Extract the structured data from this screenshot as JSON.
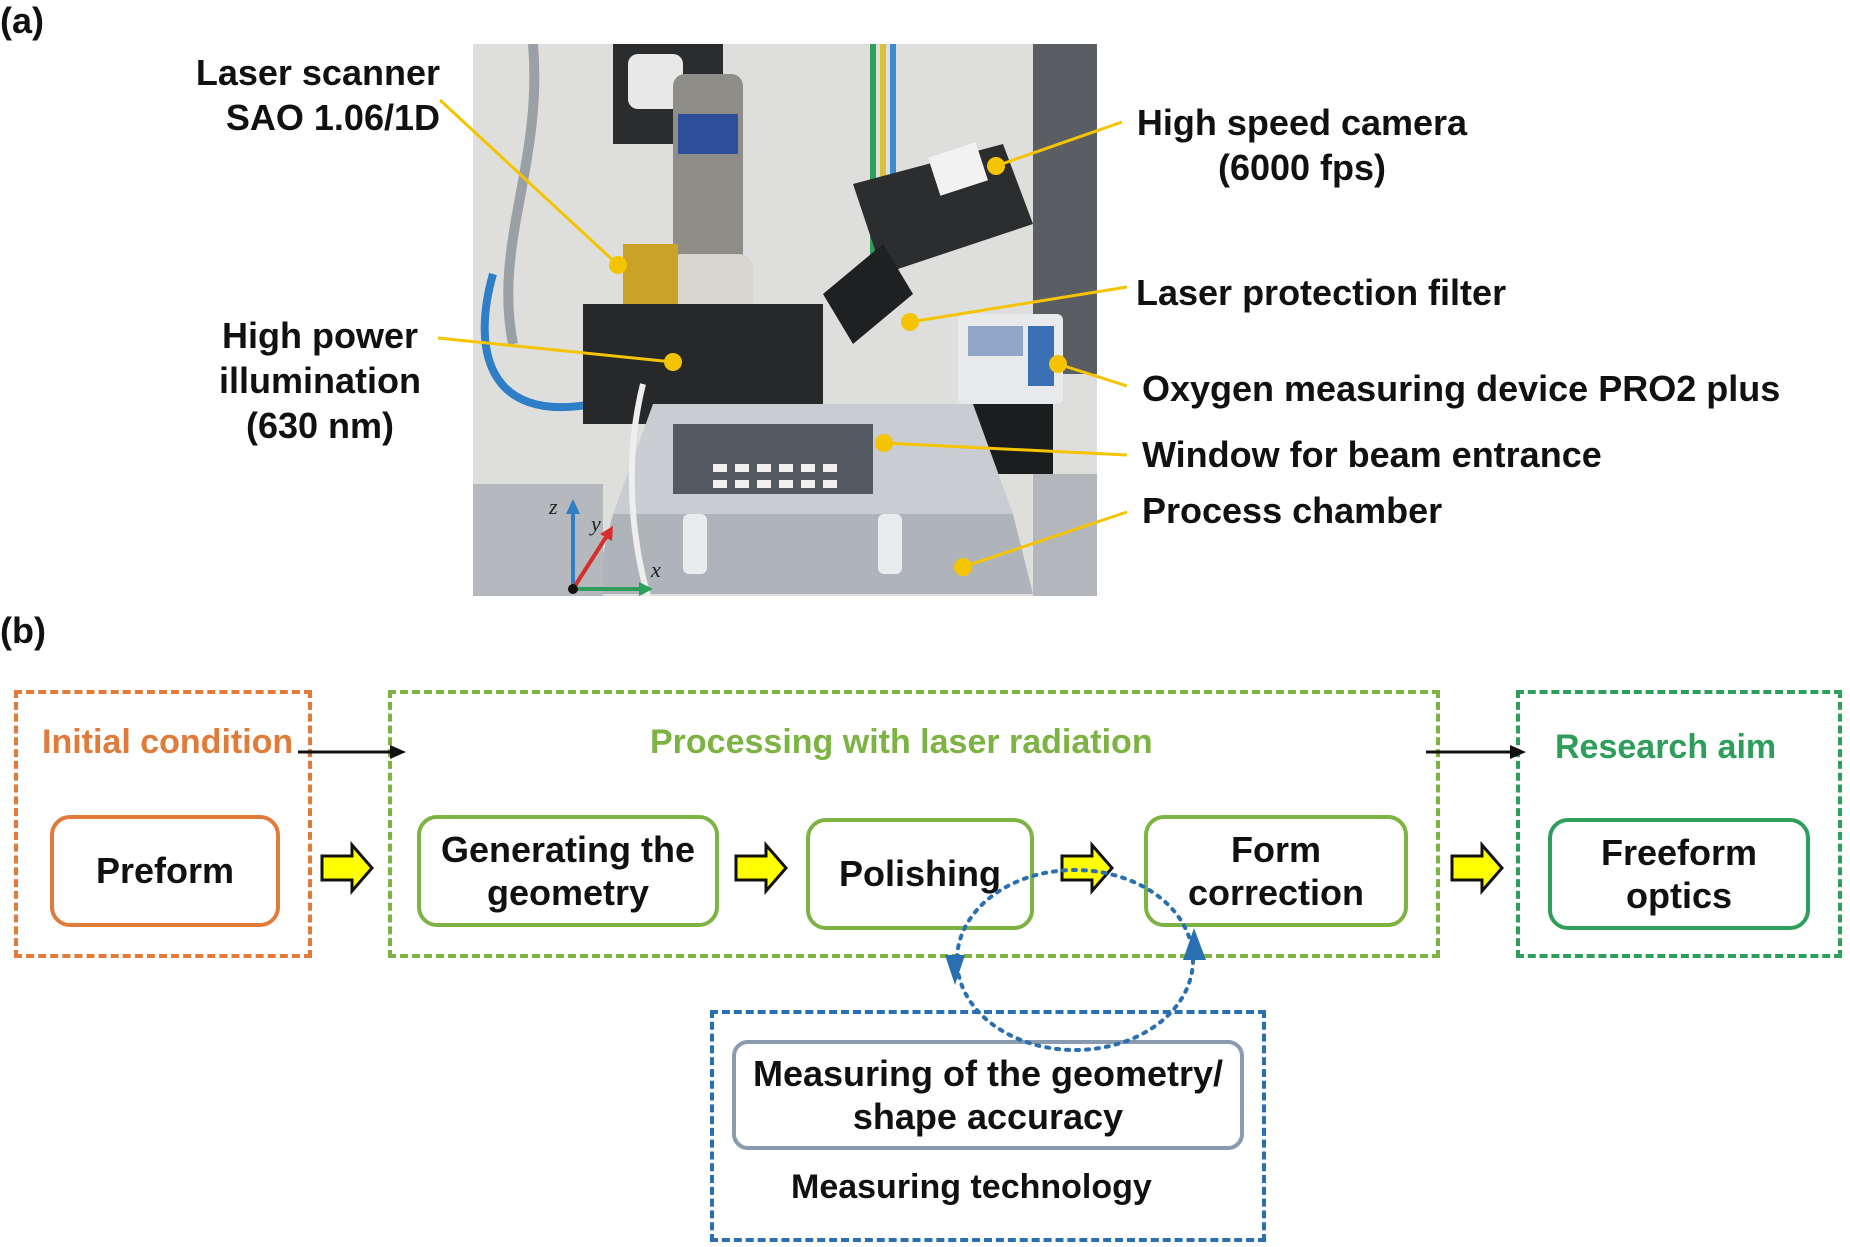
{
  "panel_a": {
    "label": "(a)",
    "callouts": {
      "laser_scanner": [
        "Laser scanner",
        "SAO 1.06/1D"
      ],
      "illumination": [
        "High power",
        "illumination",
        "(630 nm)"
      ],
      "camera": [
        "High speed camera",
        "(6000 fps)"
      ],
      "filter": "Laser protection filter",
      "oxygen": "Oxygen measuring device PRO2 plus",
      "window": "Window for beam entrance",
      "chamber": "Process chamber"
    },
    "callout_color": "#f5c400",
    "axes": {
      "z": "z",
      "y": "y",
      "x": "x"
    }
  },
  "panel_b": {
    "label": "(b)",
    "initial": {
      "title": "Initial condition",
      "box": "Preform",
      "color": "#e07b39"
    },
    "processing": {
      "title": "Processing with laser radiation",
      "steps": [
        [
          "Generating the",
          "geometry"
        ],
        [
          "Polishing"
        ],
        [
          "Form",
          "correction"
        ]
      ],
      "color": "#7cb342"
    },
    "research": {
      "title": "Research aim",
      "box": [
        "Freeform",
        "optics"
      ],
      "color": "#2e9e5b"
    },
    "measuring": {
      "box": [
        "Measuring of the geometry/",
        "shape accuracy"
      ],
      "title": "Measuring technology",
      "frame_color": "#2a6fb0",
      "box_color": "#8a9bb0"
    },
    "arrow_fill": "#ffff00"
  }
}
